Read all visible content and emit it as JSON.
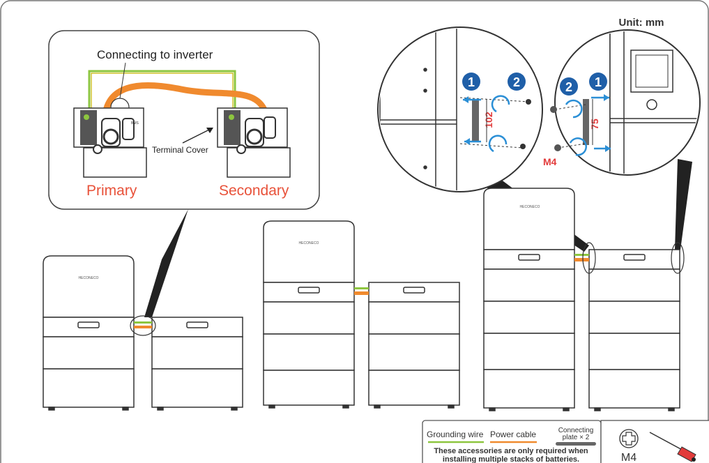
{
  "header": {
    "unit": "Unit: mm"
  },
  "inset_wiring": {
    "connecting_label": "Connecting to inverter",
    "terminal_cover_label": "Terminal Cover",
    "primary_label": "Primary",
    "secondary_label": "Secondary"
  },
  "detail_left": {
    "step1": "1",
    "step2": "2",
    "dimension": "102"
  },
  "detail_right": {
    "step1": "1",
    "step2": "2",
    "dimension": "75",
    "screw": "M4"
  },
  "legend": {
    "grounding_wire": "Grounding wire",
    "power_cable": "Power cable",
    "connecting_plate_line1": "Connecting",
    "connecting_plate_line2": "plate × 2",
    "note_line1": "These accessories are only required when",
    "note_line2": "installing multiple stacks of batteries.",
    "screw_label": "M4"
  },
  "colors": {
    "grounding_wire": "#8dc63f",
    "power_cable": "#f08a2e",
    "label_red": "#e8523a",
    "step_blue": "#1f5fa8",
    "arrow_blue": "#2b8fd6"
  }
}
